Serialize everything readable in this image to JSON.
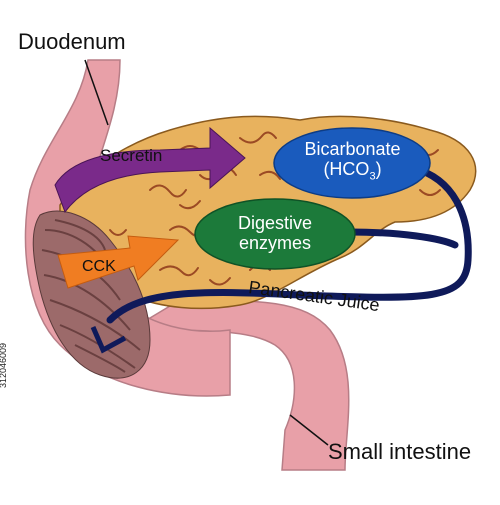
{
  "labels": {
    "duodenum": "Duodenum",
    "secretin": "Secretin",
    "cck": "CCK",
    "bicarbonate_line1": "Bicarbonate",
    "bicarbonate_line2": "(HCO",
    "bicarbonate_sub": "3",
    "bicarbonate_close": ")",
    "digestive_line1": "Digestive",
    "digestive_line2": "enzymes",
    "pancreatic_juice": "Pancreatic Juice",
    "small_intestine": "Small intestine"
  },
  "watermark": "312046009",
  "colors": {
    "intestine": "#e8a0a8",
    "intestine_dark": "#9c6a6a",
    "pancreas": "#e8b25e",
    "pancreas_lines": "#9b4a24",
    "secretin_arrow": "#7a2a8a",
    "cck_arrow": "#f07d22",
    "bicarbonate_oval": "#1a5bbd",
    "enzymes_oval": "#1c7a3a",
    "duct": "#0f1a5a"
  }
}
